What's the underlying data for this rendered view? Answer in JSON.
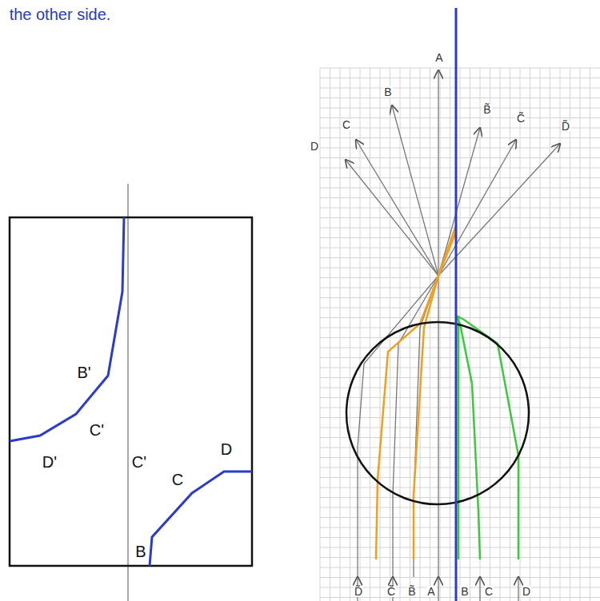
{
  "diagram": {
    "labels": [
      "the other side.",
      "B'",
      "C'",
      "D'",
      "C'",
      "B",
      "C",
      "D",
      "D",
      "C",
      "B",
      "A",
      "B̃",
      "C̃",
      "D̃",
      "D̃",
      "C̃",
      "B̃",
      "A",
      "B",
      "C",
      "D"
    ]
  }
}
